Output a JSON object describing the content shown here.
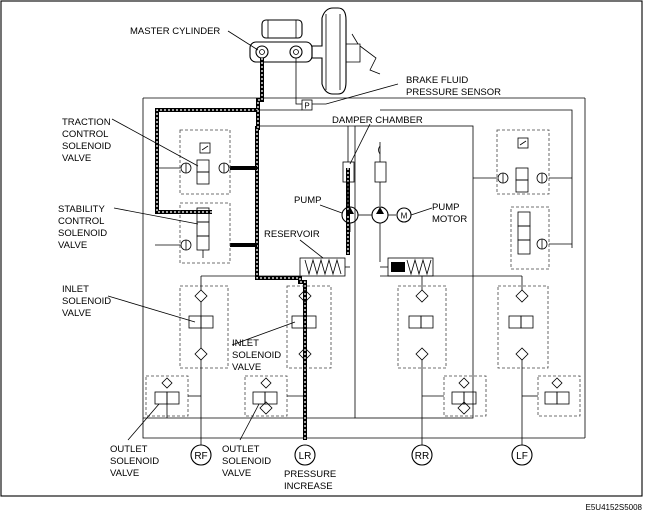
{
  "labels": {
    "master_cylinder": "MASTER CYLINDER",
    "brake_fluid_1": "BRAKE FLUID",
    "brake_fluid_2": "PRESSURE SENSOR",
    "damper_chamber": "DAMPER CHAMBER",
    "traction": [
      "TRACTION",
      "CONTROL",
      "SOLENOID",
      "VALVE"
    ],
    "stability": [
      "STABILITY",
      "CONTROL",
      "SOLENOID",
      "VALVE"
    ],
    "pump": "PUMP",
    "pump_motor": [
      "PUMP",
      "MOTOR"
    ],
    "reservoir": "RESERVOIR",
    "inlet_left": [
      "INLET",
      "SOLENOID",
      "VALVE"
    ],
    "inlet_center": [
      "INLET",
      "SOLENOID",
      "VALVE"
    ],
    "outlet_left": [
      "OUTLET",
      "SOLENOID",
      "VALVE"
    ],
    "outlet_center": [
      "OUTLET",
      "SOLENOID",
      "VALVE"
    ],
    "pressure_increase": [
      "PRESSURE",
      "INCREASE"
    ],
    "figure_id": "E5U4152S5008",
    "sensor_symbol": "P",
    "motor_symbol": "M"
  },
  "wheels": [
    "RF",
    "LR",
    "RR",
    "LF"
  ]
}
